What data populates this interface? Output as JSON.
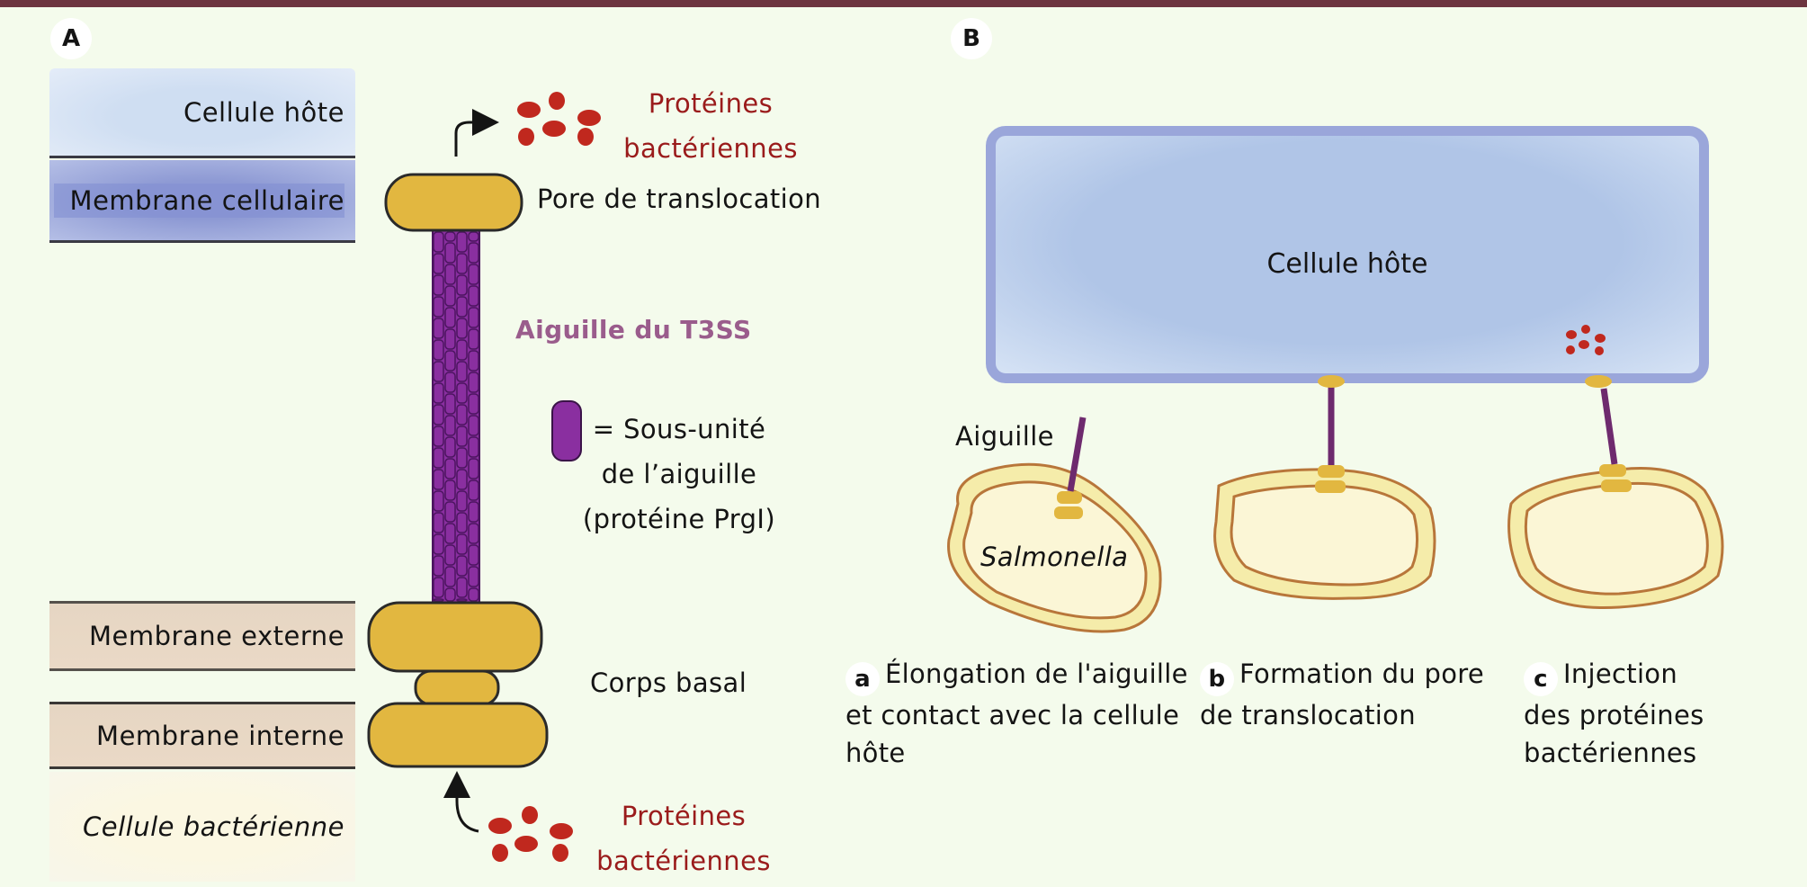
{
  "panel_a": {
    "badge": "A",
    "layers": {
      "host_cell": "Cellule hôte",
      "cell_membrane": "Membrane cellulaire",
      "outer_membrane": "Membrane externe",
      "inner_membrane": "Membrane interne",
      "bacterial_cell": "Cellule bactérienne"
    },
    "labels": {
      "proteins_top_line1": "Protéines",
      "proteins_top_line2": "bactériennes",
      "translocation_pore": "Pore de translocation",
      "needle_title": "Aiguille du T3SS",
      "legend_line1": "= Sous-unité",
      "legend_line2": "de l’aiguille",
      "legend_line3": "(protéine PrgI)",
      "basal_body": "Corps basal",
      "proteins_bottom_line1": "Protéines",
      "proteins_bottom_line2": "bactériennes"
    }
  },
  "panel_b": {
    "badge": "B",
    "host_cell": "Cellule hôte",
    "needle_label": "Aiguille",
    "bacterium_label": "Salmonella",
    "steps": [
      {
        "letter": "a",
        "line1": "Élongation de l'aiguille",
        "line2": "et contact avec la cellule",
        "line3": "hôte"
      },
      {
        "letter": "b",
        "line1": "Formation du pore",
        "line2": "de translocation",
        "line3": ""
      },
      {
        "letter": "c",
        "line1": "Injection",
        "line2": "des protéines",
        "line3": "bactériennes"
      }
    ]
  },
  "colors": {
    "background": "#f4fbec",
    "top_bar": "#6d3540",
    "pore_gold": "#e2b740",
    "needle_purple": "#8a2fa0",
    "protein_red": "#c0281e",
    "label_red": "#9a1b1b",
    "needle_title": "#9a5c8c",
    "host_cell_border": "#9aa6da",
    "bacterium_fill": "#fbf6d6",
    "bacterium_wall": "#f5ecaa",
    "bacterium_outline": "#b8763a"
  }
}
